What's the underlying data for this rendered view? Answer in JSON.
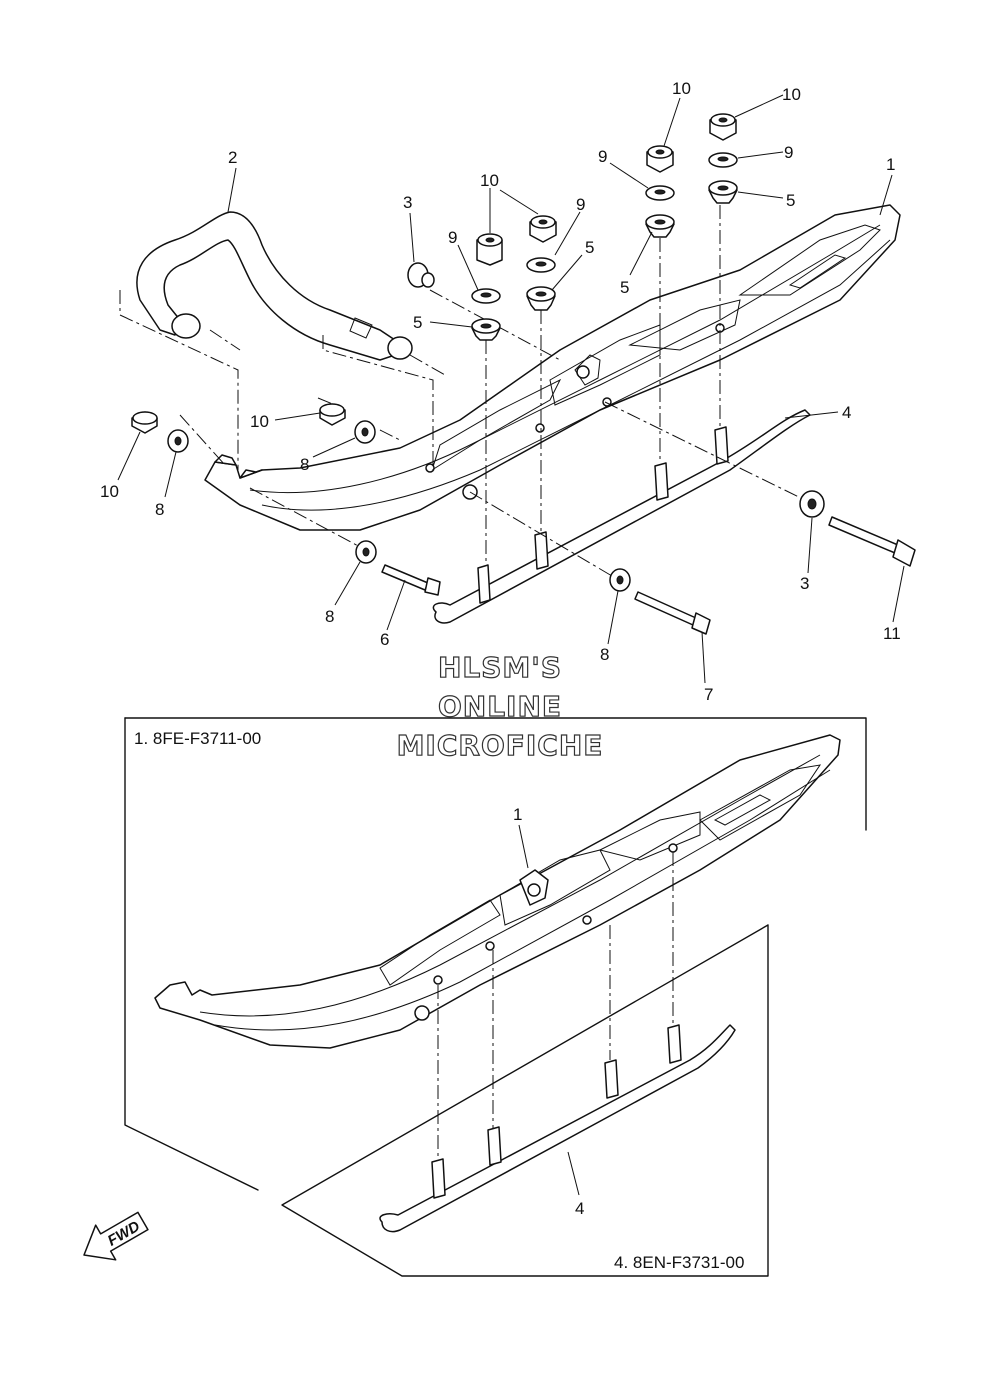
{
  "callouts": {
    "c1_top": "1",
    "c2": "2",
    "c3_left": "3",
    "c3_right": "3",
    "c4_top": "4",
    "c5_a": "5",
    "c5_b": "5",
    "c5_c": "5",
    "c5_d": "5",
    "c6": "6",
    "c7": "7",
    "c8_a": "8",
    "c8_b": "8",
    "c8_c": "8",
    "c8_d": "8",
    "c9_a": "9",
    "c9_b": "9",
    "c9_c": "9",
    "c9_d": "9",
    "c10_a": "10",
    "c10_b": "10",
    "c10_c": "10",
    "c10_d": "10",
    "c10_e": "10",
    "c11": "11",
    "c1_inset": "1",
    "c4_inset": "4"
  },
  "inset_codes": {
    "ski_code": "1. 8FE-F3711-00",
    "runner_code": "4. 8EN-F3731-00"
  },
  "watermark": {
    "line1": "HLSM'S",
    "line2": "ONLINE",
    "line3": "MICROFICHE"
  },
  "fwd_arrow_label": "FWD"
}
